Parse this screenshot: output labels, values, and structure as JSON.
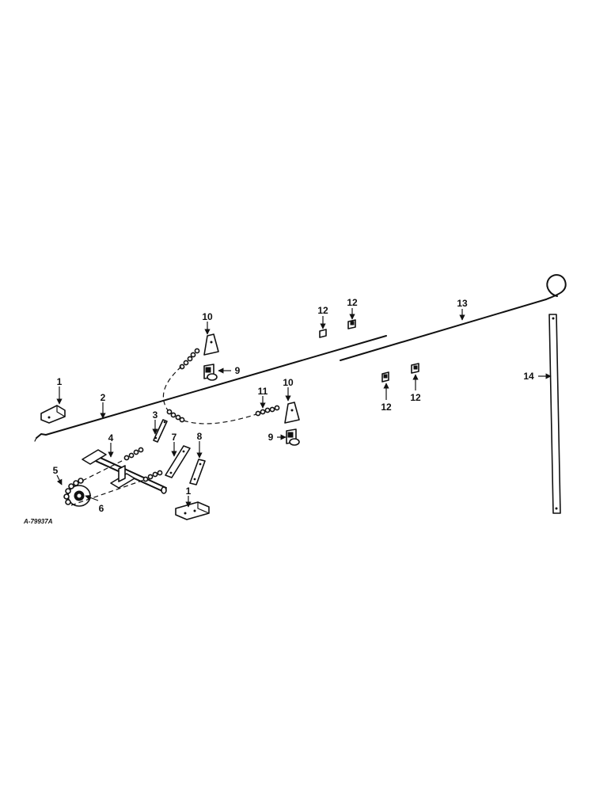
{
  "figure_id": "A-79937A",
  "callouts": {
    "c1a": "1",
    "c1b": "1",
    "c2": "2",
    "c3": "3",
    "c4": "4",
    "c5": "5",
    "c6": "6",
    "c7": "7",
    "c8": "8",
    "c9a": "9",
    "c9b": "9",
    "c10a": "10",
    "c10b": "10",
    "c11": "11",
    "c12a": "12",
    "c12b": "12",
    "c12c": "12",
    "c12d": "12",
    "c13": "13",
    "c14": "14"
  }
}
